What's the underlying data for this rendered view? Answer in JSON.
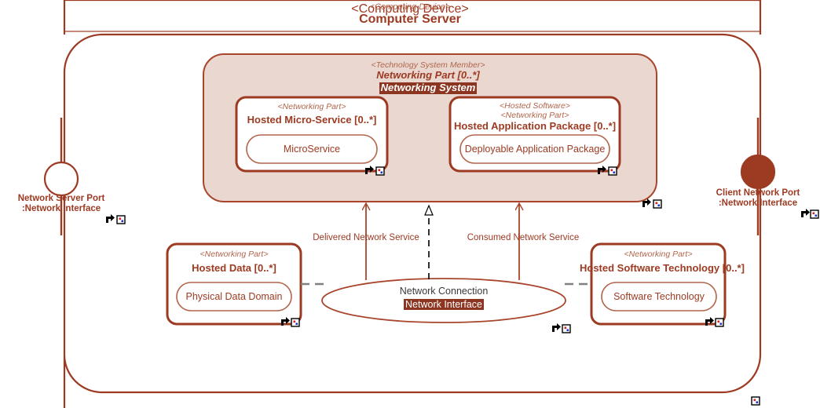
{
  "diagram": {
    "type": "sysml-internal-block-diagram",
    "colors": {
      "accent": "#9d3a22",
      "accent_light": "#b2654b",
      "container_fill": "#e9d7d0",
      "highlight_bg": "#8c3520",
      "highlight_fg": "#ffffff",
      "dashed_gray": "#808080",
      "black": "#000000",
      "white": "#ffffff"
    }
  },
  "frame": {
    "stereotype": "<Computing Device>",
    "name": "Computer Server"
  },
  "networking_system": {
    "stereotype": "<Technology System Member>",
    "name": "Networking Part [0..*]",
    "type": "Networking System"
  },
  "parts": [
    {
      "id": "hosted-micro-service",
      "stereotypes": [
        "<Networking Part>"
      ],
      "name": "Hosted Micro-Service [0..*]",
      "type": "MicroService"
    },
    {
      "id": "hosted-application-package",
      "stereotypes": [
        "<Hosted Software>",
        "<Networking Part>"
      ],
      "name": "Hosted Application Package [0..*]",
      "type": "Deployable Application Package"
    },
    {
      "id": "hosted-data",
      "stereotypes": [
        "<Networking Part>"
      ],
      "name": "Hosted Data [0..*]",
      "type": "Physical Data Domain"
    },
    {
      "id": "hosted-software-technology",
      "stereotypes": [
        "<Networking Part>"
      ],
      "name": "Hosted Software Technology [0..*]",
      "type": "Software Technology"
    }
  ],
  "ports": [
    {
      "id": "network-server-port",
      "name": "Network Server Port",
      "type": ":Network Interface",
      "style": "hollow"
    },
    {
      "id": "client-network-port",
      "name": "Client Network Port",
      "type": ":Network Interface",
      "style": "filled"
    }
  ],
  "connection": {
    "name": "Network Connection",
    "interface": "Network Interface"
  },
  "connectors": [
    {
      "id": "delivered-network-service",
      "label": "Delivered Network Service"
    },
    {
      "id": "consumed-network-service",
      "label": "Consumed Network Service"
    }
  ],
  "icons": {
    "anchor": "anchor-glyph-icon",
    "marker": "element-marker-icon"
  }
}
